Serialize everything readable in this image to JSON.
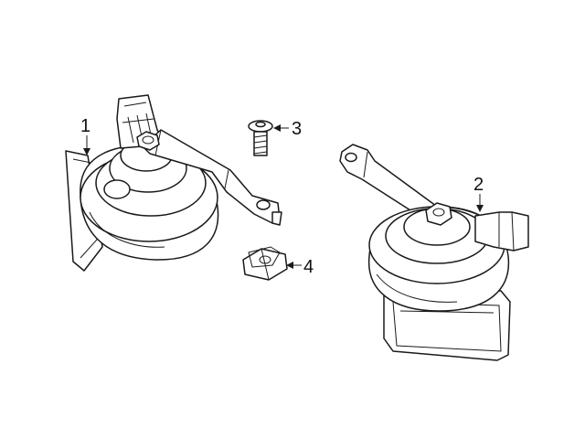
{
  "callouts": [
    {
      "id": "1",
      "label": "1"
    },
    {
      "id": "2",
      "label": "2"
    },
    {
      "id": "3",
      "label": "3"
    },
    {
      "id": "4",
      "label": "4"
    }
  ],
  "colors": {
    "line": "#1a1a1a",
    "background": "#ffffff"
  }
}
